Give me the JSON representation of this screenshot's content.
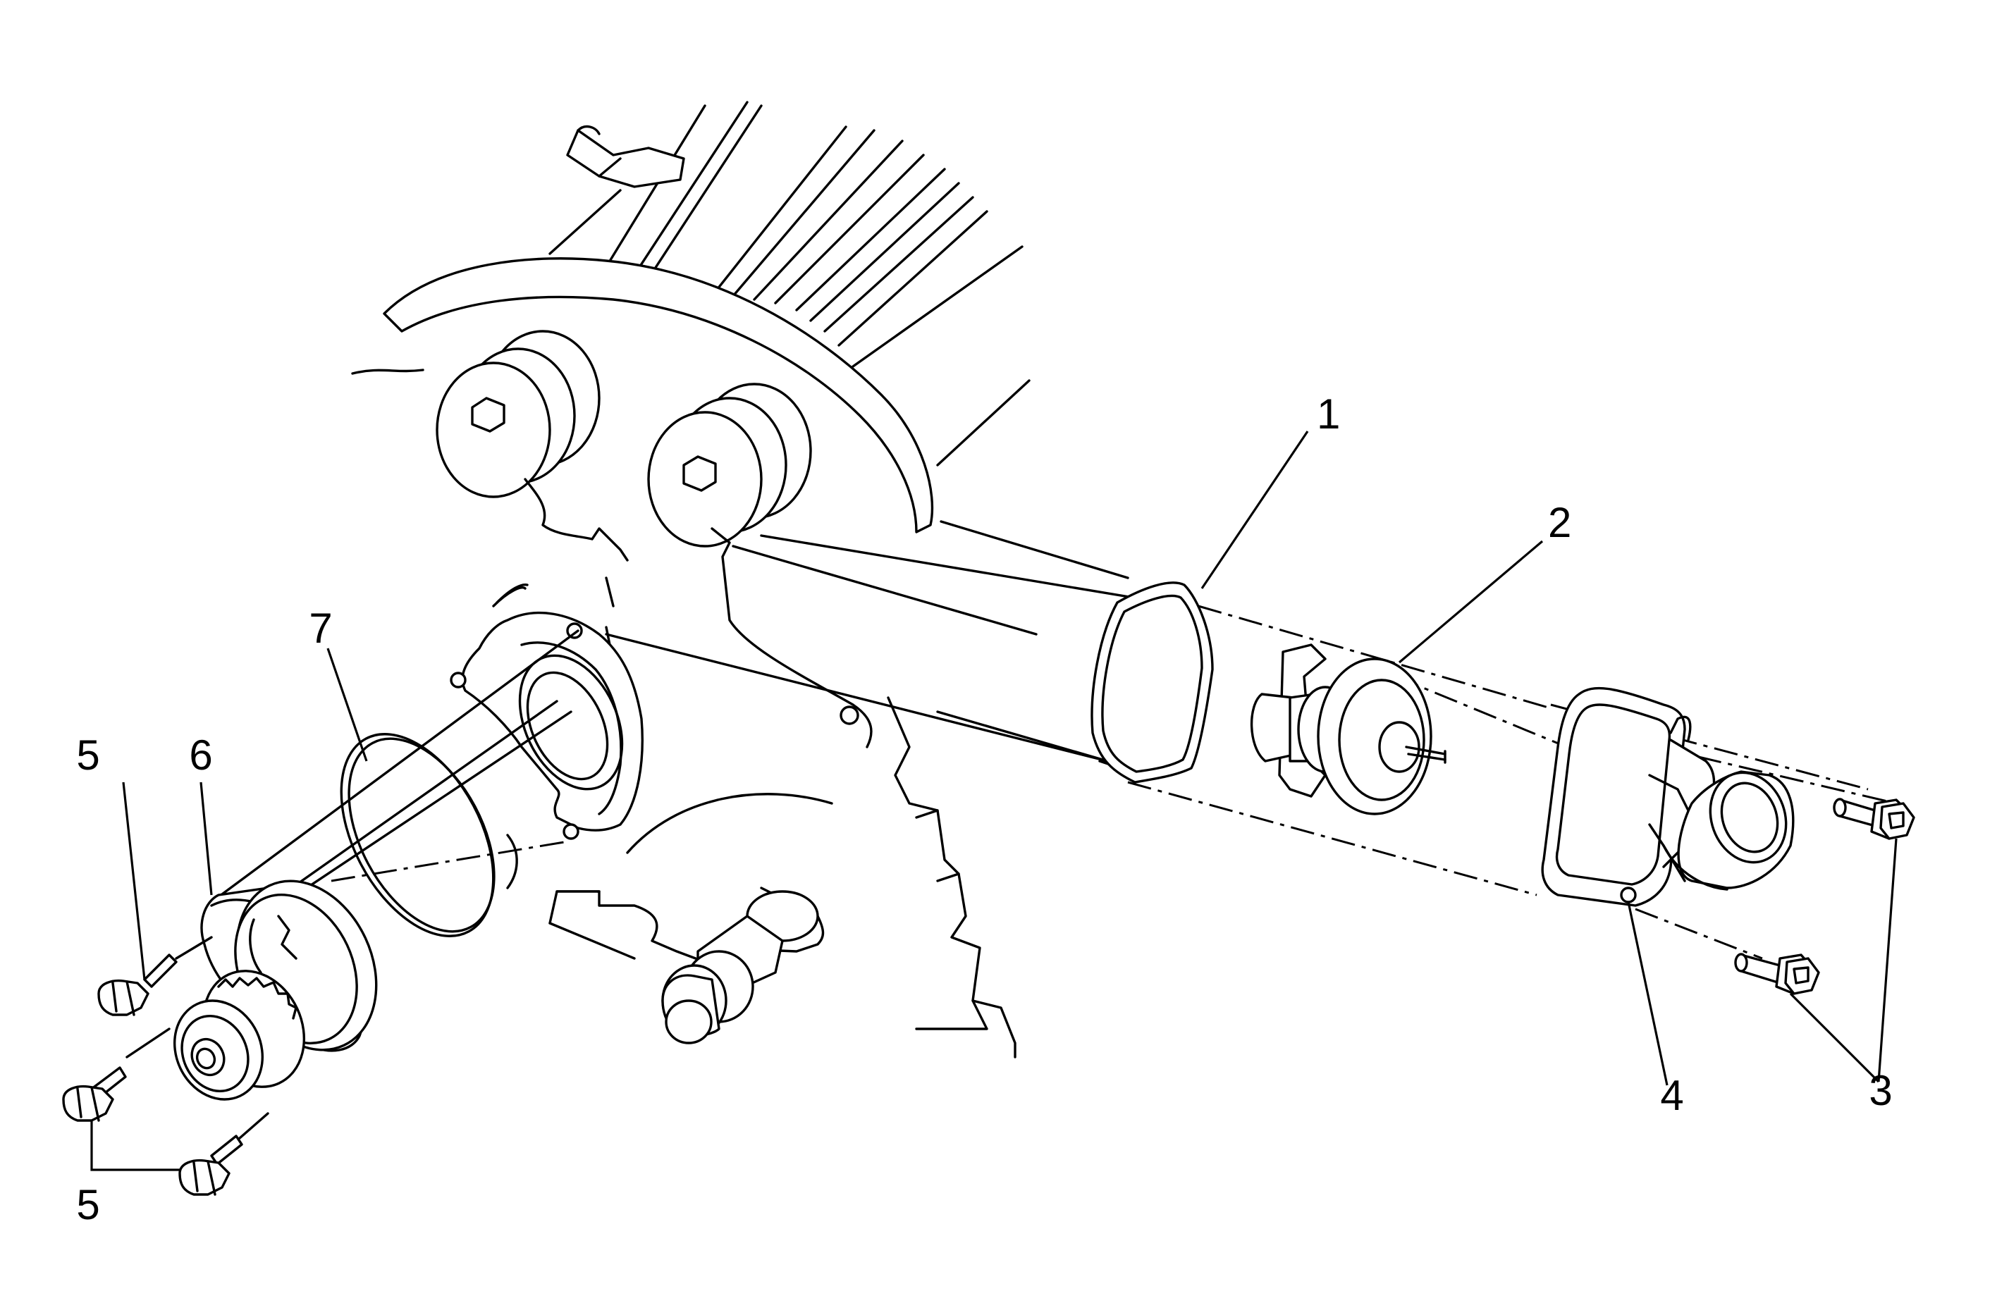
{
  "callouts": [
    {
      "id": "1",
      "part": "thermostat-housing-gasket"
    },
    {
      "id": "2",
      "part": "thermostat"
    },
    {
      "id": "3",
      "part": "thermostat-housing-bolts"
    },
    {
      "id": "4",
      "part": "thermostat-housing"
    },
    {
      "id": "5",
      "part": "water-pump-bolts-upper"
    },
    {
      "id": "6",
      "part": "water-pump"
    },
    {
      "id": "7",
      "part": "water-pump-o-ring-seal"
    },
    {
      "id": "5",
      "part": "water-pump-bolts-lower"
    }
  ]
}
